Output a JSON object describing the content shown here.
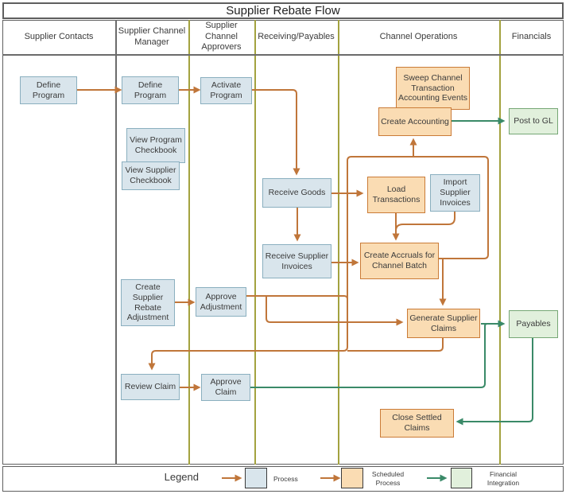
{
  "title": "Supplier Rebate Flow",
  "lanes": [
    {
      "label": "Supplier Contacts"
    },
    {
      "label": "Supplier Channel Manager"
    },
    {
      "label": "Supplier Channel Approvers"
    },
    {
      "label": "Receiving/Payables"
    },
    {
      "label": "Channel Operations"
    },
    {
      "label": "Financials"
    }
  ],
  "nodes": {
    "define_program_contacts": {
      "label": "Define Program",
      "type": "process"
    },
    "define_program_manager": {
      "label": "Define Program",
      "type": "process"
    },
    "activate_program": {
      "label": "Activate Program",
      "type": "process"
    },
    "view_program_checkbook": {
      "label": "View Program Checkbook",
      "type": "process"
    },
    "view_supplier_checkbook": {
      "label": "View Supplier Checkbook",
      "type": "process"
    },
    "receive_goods": {
      "label": "Receive Goods",
      "type": "process"
    },
    "receive_supplier_invoices": {
      "label": "Receive Supplier Invoices",
      "type": "process"
    },
    "sweep_channel_transaction_accounting_events": {
      "label": "Sweep Channel Transaction Accounting Events",
      "type": "scheduled"
    },
    "create_accounting": {
      "label": "Create Accounting",
      "type": "scheduled"
    },
    "post_to_gl": {
      "label": "Post to GL",
      "type": "financial"
    },
    "load_transactions": {
      "label": "Load Transactions",
      "type": "scheduled"
    },
    "import_supplier_invoices": {
      "label": "Import Supplier Invoices",
      "type": "process"
    },
    "create_accruals_for_channel_batch": {
      "label": "Create Accruals for Channel Batch",
      "type": "scheduled"
    },
    "create_supplier_rebate_adjustment": {
      "label": "Create Supplier Rebate Adjustment",
      "type": "process"
    },
    "approve_adjustment": {
      "label": "Approve Adjustment",
      "type": "process"
    },
    "generate_supplier_claims": {
      "label": "Generate Supplier Claims",
      "type": "scheduled"
    },
    "payables": {
      "label": "Payables",
      "type": "financial"
    },
    "review_claim": {
      "label": "Review Claim",
      "type": "process"
    },
    "approve_claim": {
      "label": "Approve Claim",
      "type": "process"
    },
    "close_settled_claims": {
      "label": "Close Settled Claims",
      "type": "scheduled"
    }
  },
  "legend": {
    "title": "Legend",
    "items": [
      {
        "label": "Process",
        "type": "process"
      },
      {
        "label": "Scheduled Process",
        "type": "scheduled"
      },
      {
        "label": "Financial Integration",
        "type": "financial"
      }
    ]
  },
  "colors": {
    "process_fill": "#d9e5ec",
    "process_border": "#8aafbf",
    "scheduled_fill": "#fadcb3",
    "scheduled_border": "#ca7b37",
    "financial_fill": "#e1f0dc",
    "financial_border": "#76a775",
    "connector_orange": "#c0763a",
    "connector_green": "#3a8a68",
    "lane_line_olive": "#a3a23f",
    "frame_gray": "#5f5f5f"
  }
}
